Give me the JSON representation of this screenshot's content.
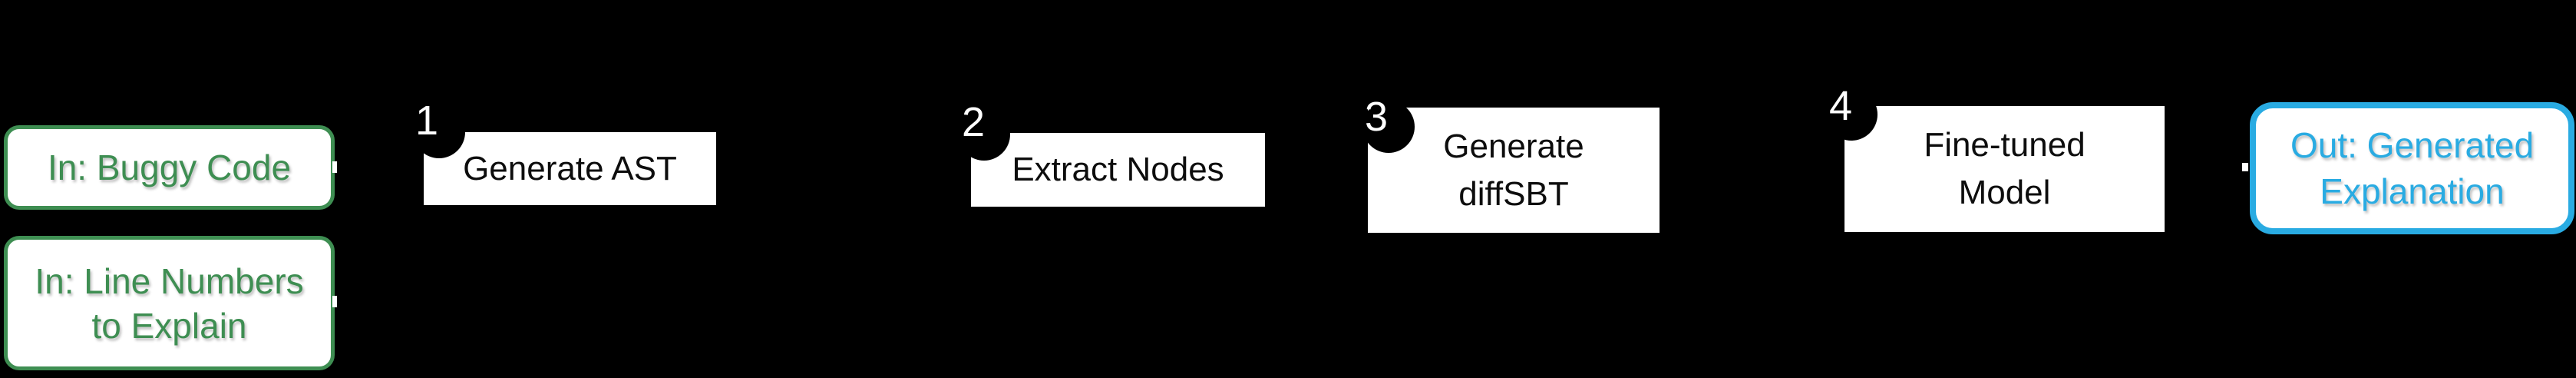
{
  "diagram": {
    "inputs": [
      {
        "lines": [
          "In: Buggy Code"
        ]
      },
      {
        "lines": [
          "In: Line Numbers",
          "to Explain"
        ]
      }
    ],
    "steps": [
      {
        "number": "1",
        "lines": [
          "Generate AST"
        ]
      },
      {
        "number": "2",
        "lines": [
          "Extract Nodes"
        ]
      },
      {
        "number": "3",
        "lines": [
          "Generate",
          "diffSBT"
        ]
      },
      {
        "number": "4",
        "lines": [
          "Fine-tuned",
          "Model"
        ]
      }
    ],
    "output": {
      "lines": [
        "Out: Generated",
        "Explanation"
      ]
    },
    "colors": {
      "background": "#000000",
      "box_fill": "#FFFFFF",
      "input_accent_green": "#3E8E52",
      "output_accent_blue": "#29ABE2",
      "step_text": "#0D0D0D",
      "number_text": "#FFFFFF"
    }
  }
}
